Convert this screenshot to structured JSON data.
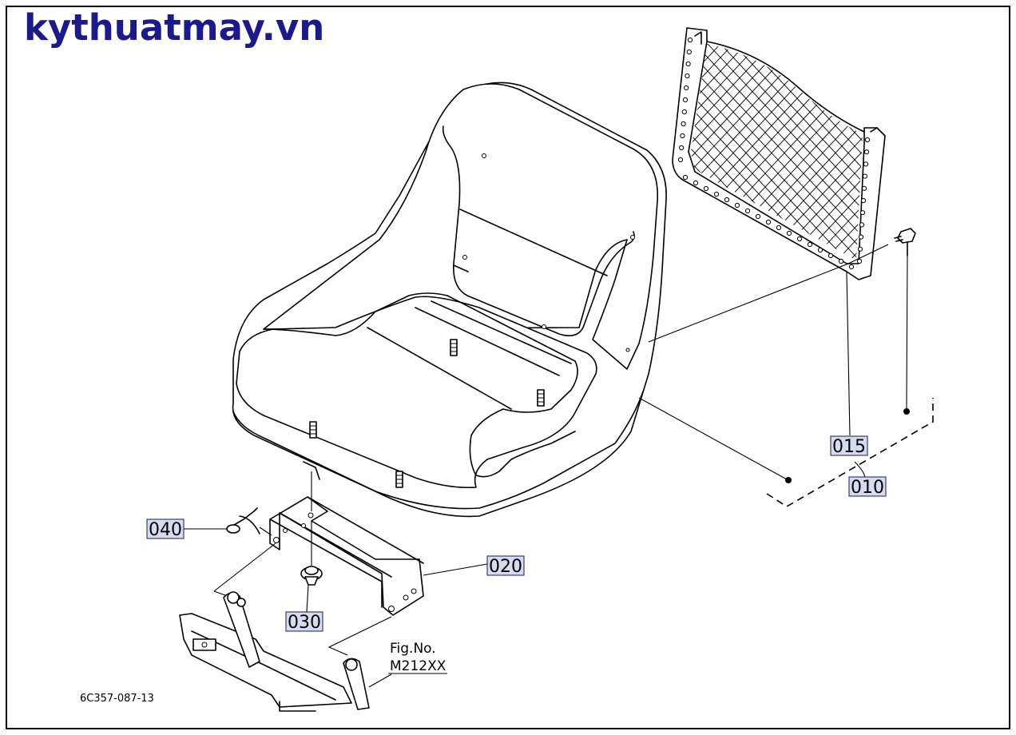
{
  "brand": {
    "site": "kythuatmay.vn",
    "color": "#1a1a8c"
  },
  "callouts": {
    "c010": "010",
    "c015": "015",
    "c020": "020",
    "c030": "030",
    "c040": "040"
  },
  "figure": {
    "label": "Fig.No.",
    "number": "M212XX",
    "drawing_code": "6C357-087-13"
  },
  "colors": {
    "callout_fill": "#d6dcf0",
    "ink": "#000000"
  }
}
